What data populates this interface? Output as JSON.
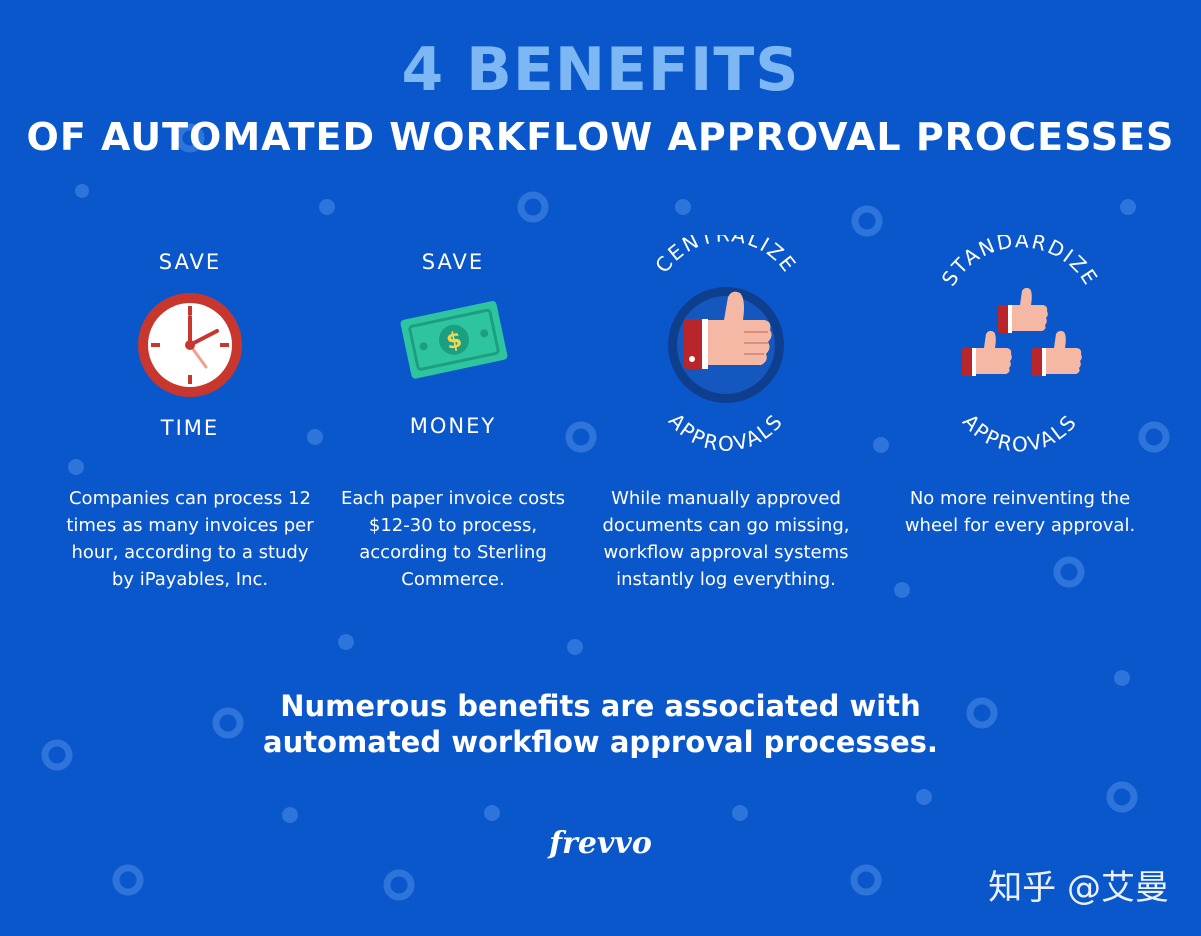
{
  "title": {
    "main": "4 BENEFITS",
    "sub": "OF AUTOMATED WORKFLOW APPROVAL PROCESSES"
  },
  "benefits": [
    {
      "label_top": "SAVE",
      "label_bottom": "TIME",
      "icon": "clock-icon",
      "description": "Companies can process 12 times as many invoices per hour, according to a study by iPayables, Inc."
    },
    {
      "label_top": "SAVE",
      "label_bottom": "MONEY",
      "icon": "dollar-bill-icon",
      "description": "Each paper invoice costs $12-30 to process, according to Sterling Commerce."
    },
    {
      "label_top": "CENTRALIZE",
      "label_bottom": "APPROVALS",
      "icon": "thumbs-up-icon",
      "description": "While manually approved documents can go missing, workflow approval systems instantly log everything."
    },
    {
      "label_top": "STANDARDIZE",
      "label_bottom": "APPROVALS",
      "icon": "three-thumbs-up-icon",
      "description": "No more reinventing the wheel for every approval."
    }
  ],
  "summary": {
    "line1": "Numerous benefits are associated with",
    "line2": "automated workflow approval processes."
  },
  "logo": {
    "text": "frevvo"
  },
  "watermark": {
    "text": "知乎 @艾曼"
  },
  "colors": {
    "background": "#0a57cc",
    "title_accent": "#7db8f5",
    "clock_red": "#c8372d",
    "bill_green": "#2ec4a0",
    "thumb_skin": "#f4b8a5",
    "cuff_red": "#b8262b"
  }
}
